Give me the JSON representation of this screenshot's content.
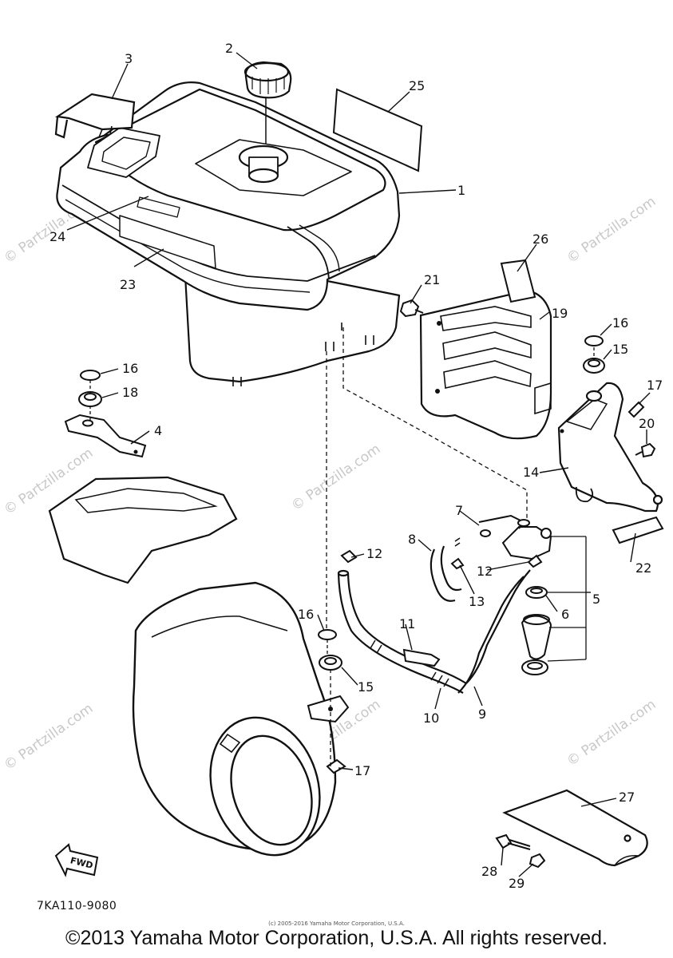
{
  "callouts": {
    "c1": "1",
    "c2": "2",
    "c3": "3",
    "c4": "4",
    "c5": "5",
    "c6": "6",
    "c7": "7",
    "c8": "8",
    "c9": "9",
    "c10": "10",
    "c11": "11",
    "c12a": "12",
    "c12b": "12",
    "c13": "13",
    "c14": "14",
    "c15a": "15",
    "c15b": "15",
    "c16a": "16",
    "c16b": "16",
    "c16c": "16",
    "c17a": "17",
    "c17b": "17",
    "c18": "18",
    "c19": "19",
    "c20": "20",
    "c21": "21",
    "c22": "22",
    "c23": "23",
    "c24": "24",
    "c25": "25",
    "c26": "26",
    "c27": "27",
    "c28": "28",
    "c29": "29"
  },
  "fwd_label": "FWD",
  "diagram_code": "7KA110-9080",
  "small_notice": "(c) 2005-2016 Yamaha Motor Corporation, U.S.A.",
  "copyright": "©2013 Yamaha Motor Corporation, U.S.A. All rights reserved.",
  "watermark": "© Partzilla.com",
  "colors": {
    "ink": "#111111",
    "watermark": "#c8c8c8"
  }
}
